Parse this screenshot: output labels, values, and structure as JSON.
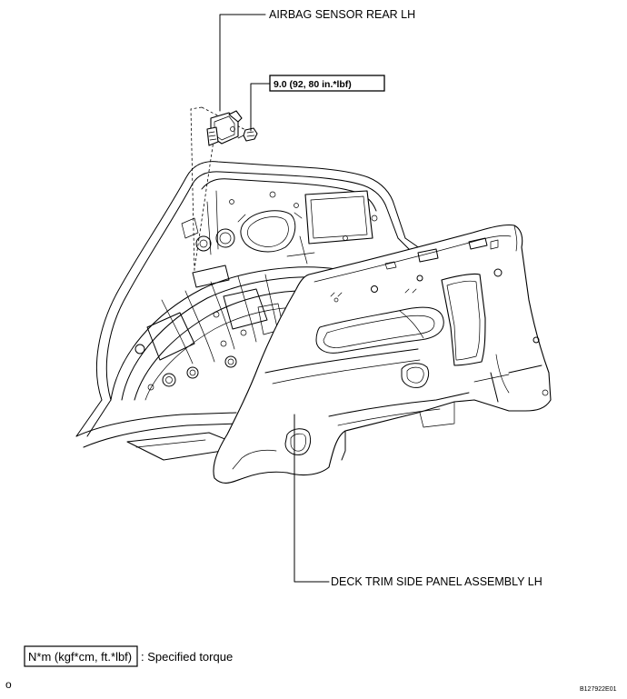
{
  "labels": {
    "sensor": "AIRBAG SENSOR REAR LH",
    "panel": "DECK TRIM SIDE PANEL ASSEMBLY LH"
  },
  "torque": {
    "value": "9.0 (92, 80 in.*lbf)"
  },
  "legend": {
    "box": "N*m (kgf*cm, ft.*lbf)",
    "description": ": Specified torque"
  },
  "corner": {
    "left_mark": "o",
    "figure_code": "B127922E01"
  }
}
